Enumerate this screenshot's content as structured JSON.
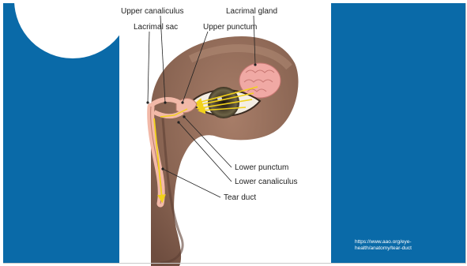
{
  "labels": {
    "upper_canaliculus": "Upper canaliculus",
    "lacrimal_gland": "Lacrimal gland",
    "lacrimal_sac": "Lacrimal sac",
    "upper_punctum": "Upper punctum",
    "lower_punctum": "Lower punctum",
    "lower_canaliculus": "Lower canaliculus",
    "tear_duct": "Tear duct"
  },
  "source": {
    "line1": "https://www.aao.org/eye-",
    "line2": "health/anatomy/tear-duct"
  },
  "colors": {
    "panel_blue": "#0a6aa8",
    "skin": "#8a6553",
    "duct": "#f2b9a8",
    "gland": "#f0a9a4",
    "arrow": "#f2d21b"
  }
}
